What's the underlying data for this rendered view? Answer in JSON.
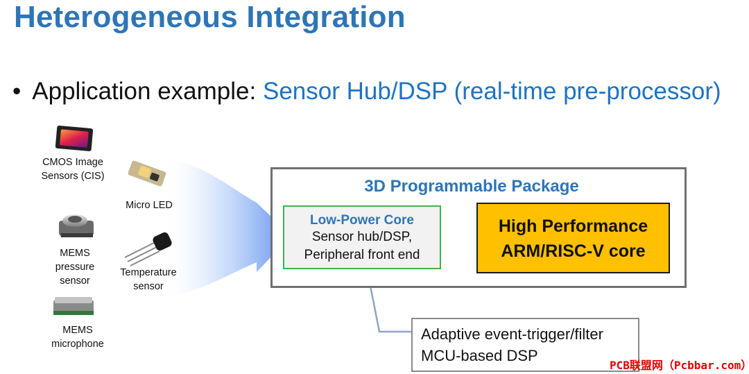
{
  "title": "Heterogeneous Integration",
  "bullet": {
    "prefix": "Application example: ",
    "accent": "Sensor Hub/DSP (real-time pre-processor)"
  },
  "sensors": [
    {
      "id": "cis",
      "lines": [
        "CMOS Image",
        "Sensors (CIS)"
      ],
      "icon": "image-sensor-chip-icon"
    },
    {
      "id": "led",
      "lines": [
        "Micro LED"
      ],
      "icon": "micro-led-icon"
    },
    {
      "id": "pressure",
      "lines": [
        "MEMS",
        "pressure",
        "sensor"
      ],
      "icon": "pressure-sensor-icon"
    },
    {
      "id": "temp",
      "lines": [
        "Temperature",
        "sensor"
      ],
      "icon": "transistor-icon"
    },
    {
      "id": "mic",
      "lines": [
        "MEMS",
        "microphone"
      ],
      "icon": "mems-microphone-icon"
    }
  ],
  "package": {
    "title": "3D Programmable Package",
    "low_power": {
      "title": "Low-Power Core",
      "line1": "Sensor hub/DSP,",
      "line2": "Peripheral front end"
    },
    "high_perf": {
      "line1": "High Performance",
      "line2": "ARM/RISC-V core"
    }
  },
  "callout": {
    "line1": "Adaptive event-trigger/filter",
    "line2": "MCU-based DSP"
  },
  "watermark": "PCB联盟网（Pcbbar.com）",
  "colors": {
    "title_blue": "#2e75b6",
    "accent_blue": "#1f73c2",
    "low_power_border": "#3cb44b",
    "high_perf_fill": "#ffc000",
    "arrow_blue": "#4472c4",
    "watermark_red": "#e30000"
  }
}
